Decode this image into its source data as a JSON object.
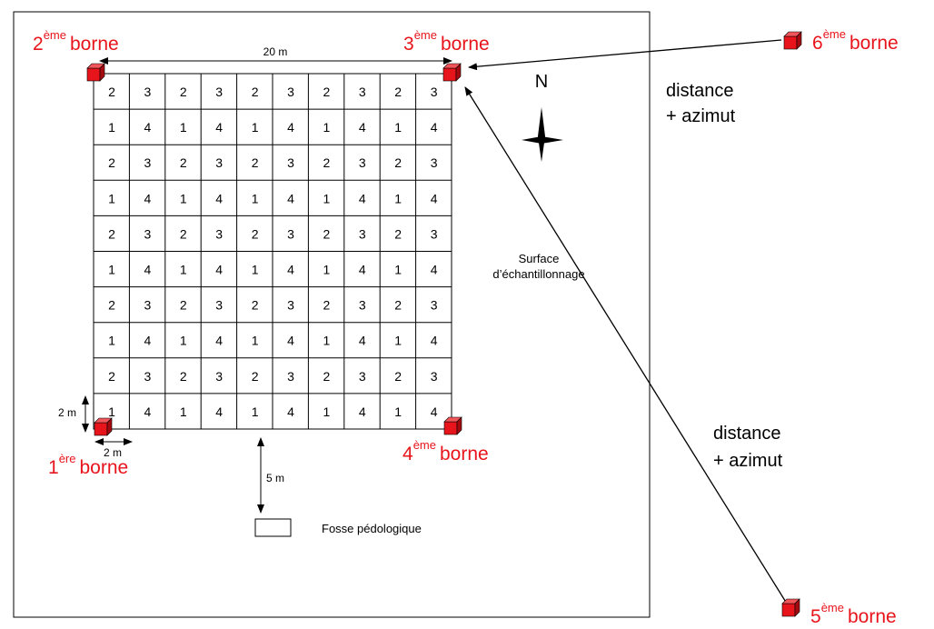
{
  "corner_markers": [
    {
      "id": "borne-1",
      "number": "1",
      "sup": "ère",
      "word": "borne"
    },
    {
      "id": "borne-2",
      "number": "2",
      "sup": "ème",
      "word": "borne"
    },
    {
      "id": "borne-3",
      "number": "3",
      "sup": "ème",
      "word": "borne"
    },
    {
      "id": "borne-4",
      "number": "4",
      "sup": "ème",
      "word": "borne"
    },
    {
      "id": "borne-5",
      "number": "5",
      "sup": "ème",
      "word": "borne"
    },
    {
      "id": "borne-6",
      "number": "6",
      "sup": "ème",
      "word": "borne"
    }
  ],
  "grid": {
    "rows": [
      [
        "2",
        "3",
        "2",
        "3",
        "2",
        "3",
        "2",
        "3",
        "2",
        "3"
      ],
      [
        "1",
        "4",
        "1",
        "4",
        "1",
        "4",
        "1",
        "4",
        "1",
        "4"
      ],
      [
        "2",
        "3",
        "2",
        "3",
        "2",
        "3",
        "2",
        "3",
        "2",
        "3"
      ],
      [
        "1",
        "4",
        "1",
        "4",
        "1",
        "4",
        "1",
        "4",
        "1",
        "4"
      ],
      [
        "2",
        "3",
        "2",
        "3",
        "2",
        "3",
        "2",
        "3",
        "2",
        "3"
      ],
      [
        "1",
        "4",
        "1",
        "4",
        "1",
        "4",
        "1",
        "4",
        "1",
        "4"
      ],
      [
        "2",
        "3",
        "2",
        "3",
        "2",
        "3",
        "2",
        "3",
        "2",
        "3"
      ],
      [
        "1",
        "4",
        "1",
        "4",
        "1",
        "4",
        "1",
        "4",
        "1",
        "4"
      ],
      [
        "2",
        "3",
        "2",
        "3",
        "2",
        "3",
        "2",
        "3",
        "2",
        "3"
      ],
      [
        "1",
        "4",
        "1",
        "4",
        "1",
        "4",
        "1",
        "4",
        "1",
        "4"
      ]
    ]
  },
  "labels": {
    "width_20m": "20 m",
    "cell_height": "2 m",
    "cell_width": "2 m",
    "distance_5m": "5 m",
    "fosse": "Fosse pédologique",
    "surface_line1": "Surface",
    "surface_line2": "d’échantillonnage",
    "north": "N",
    "distance_1": "distance",
    "azimut_1": "+ azimut",
    "distance_2": "distance",
    "azimut_2": "+ azimut"
  },
  "colors": {
    "marker": "#e8141b",
    "marker_dark": "#a50a10",
    "marker_light": "#f0555a",
    "label_red": "#e8141b",
    "line": "#000000"
  }
}
